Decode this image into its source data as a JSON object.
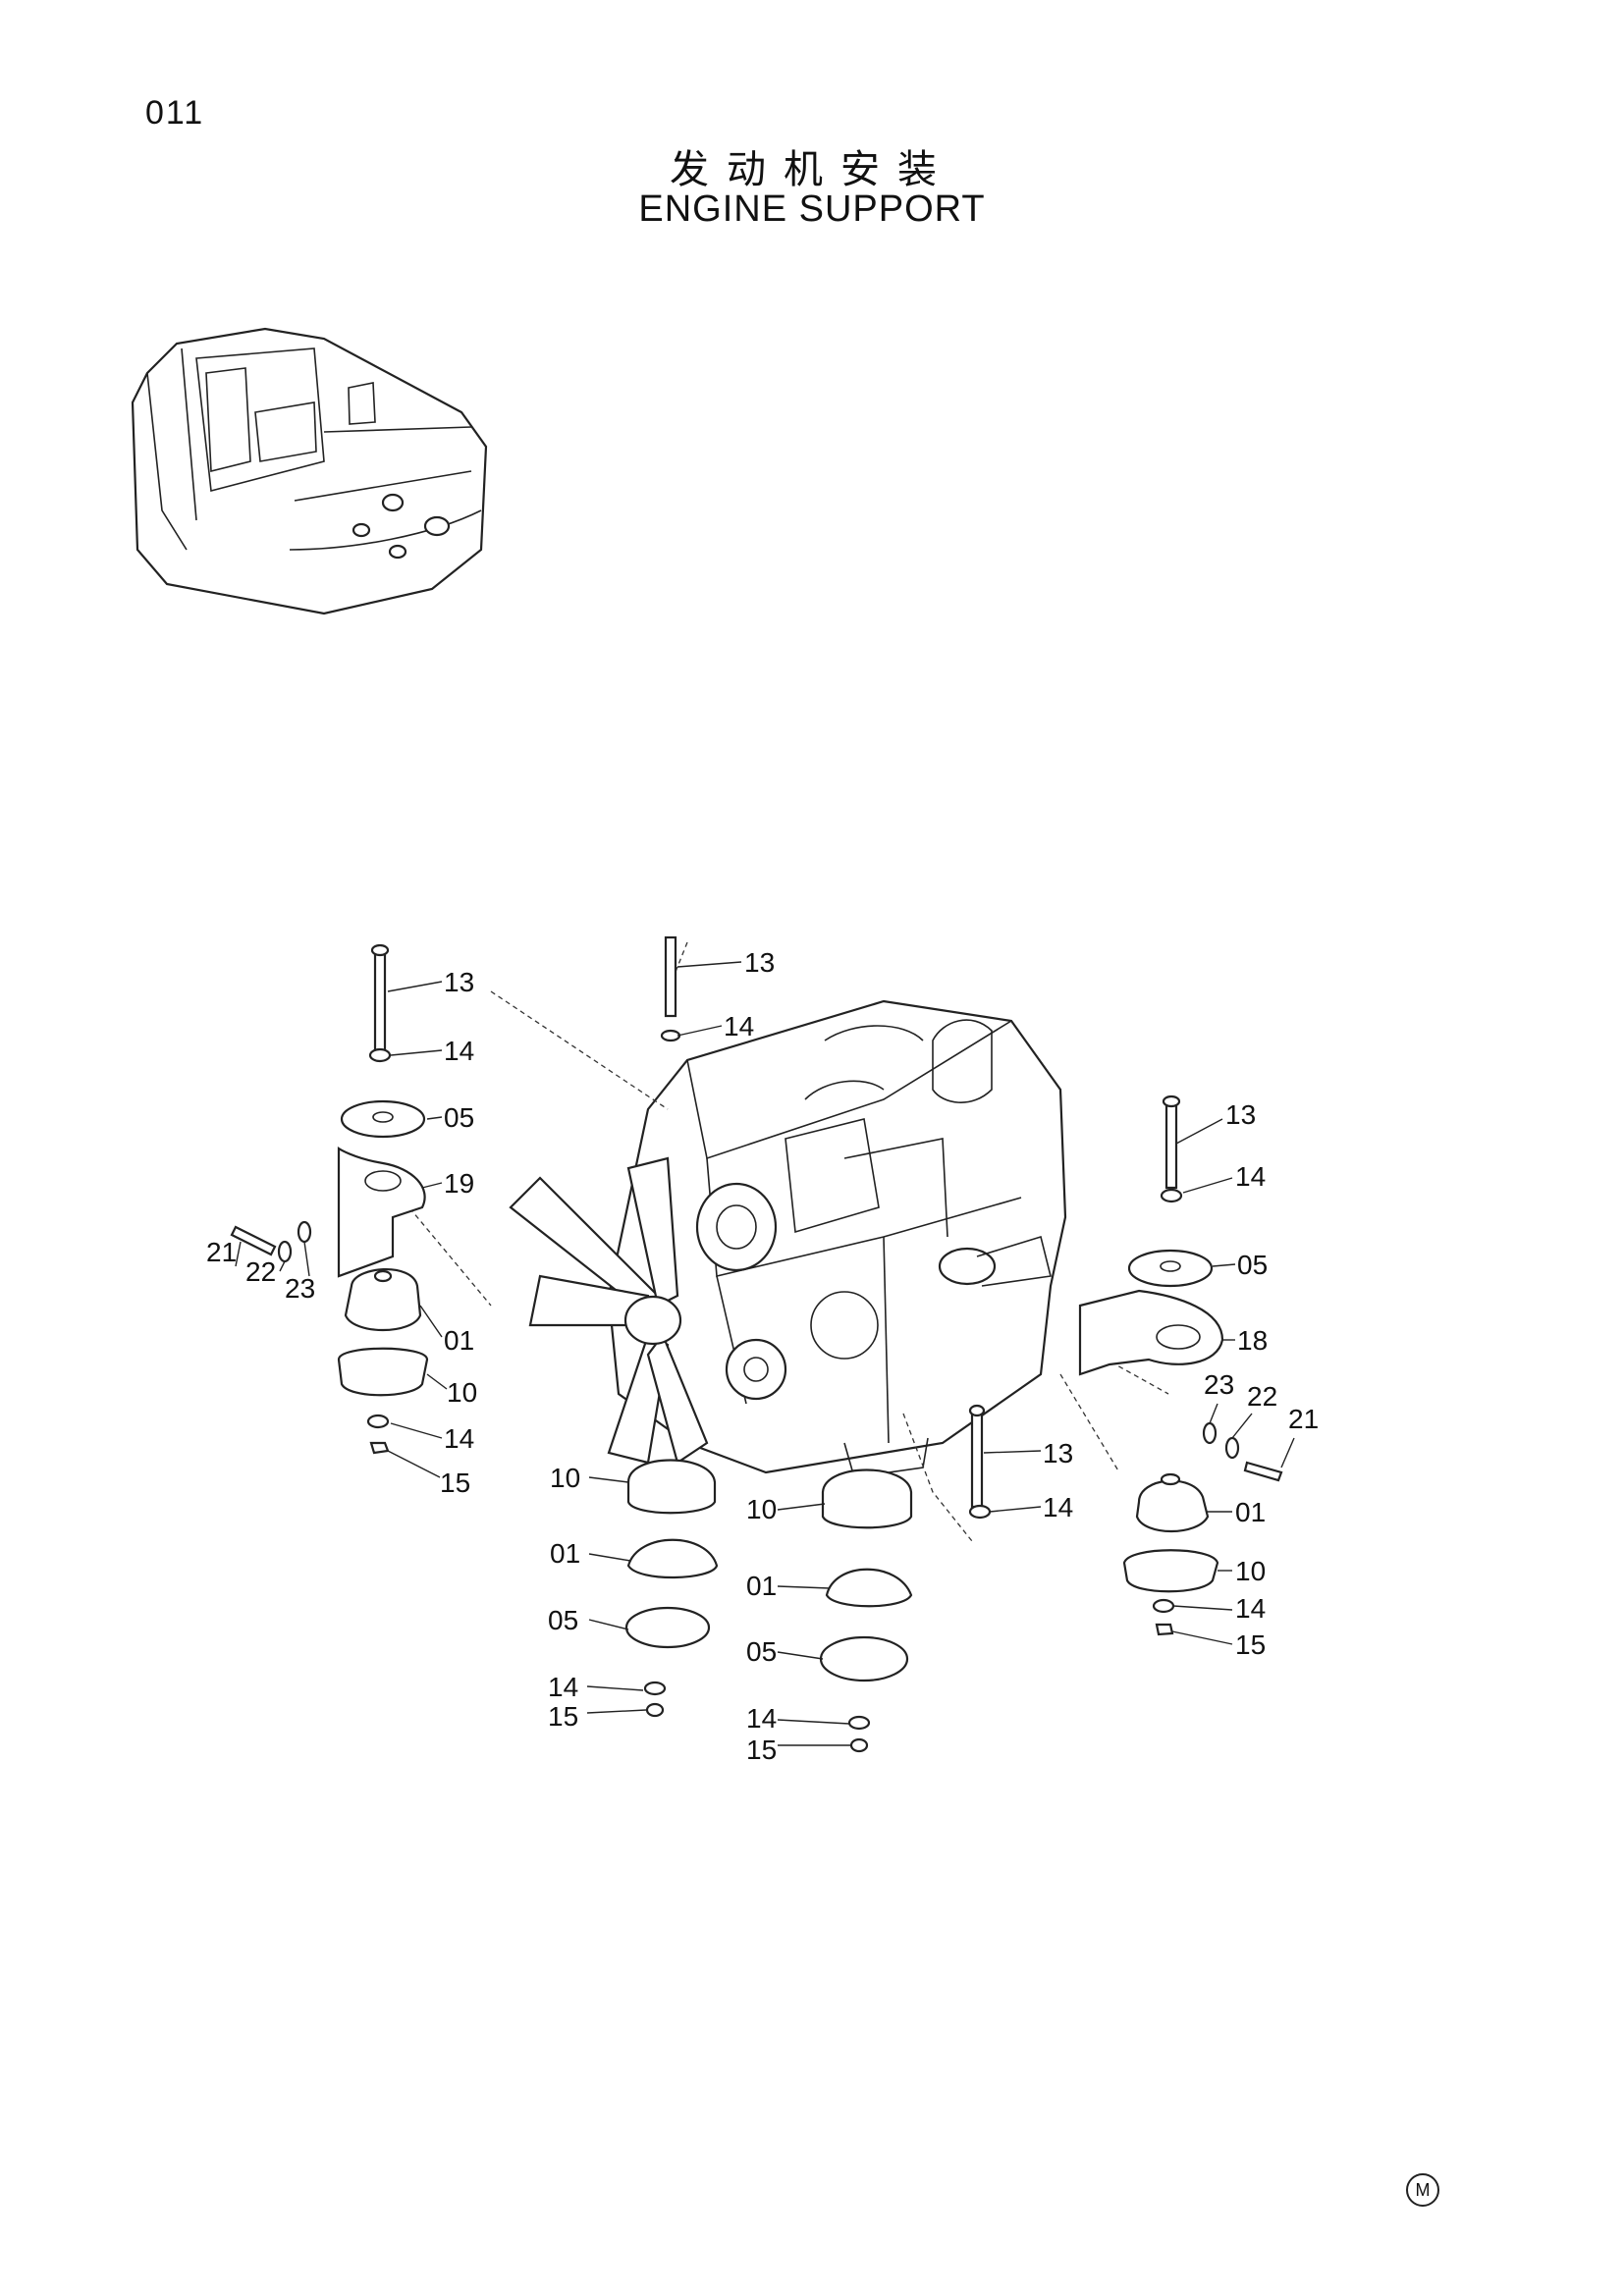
{
  "page": {
    "number": "011"
  },
  "title": {
    "cn": "发动机安装",
    "en": "ENGINE SUPPORT"
  },
  "callouts": {
    "c01": "01",
    "c05": "05",
    "c10": "10",
    "c13": "13",
    "c14": "14",
    "c15": "15",
    "c18": "18",
    "c19": "19",
    "c21": "21",
    "c22": "22",
    "c23": "23"
  },
  "mark": "M"
}
